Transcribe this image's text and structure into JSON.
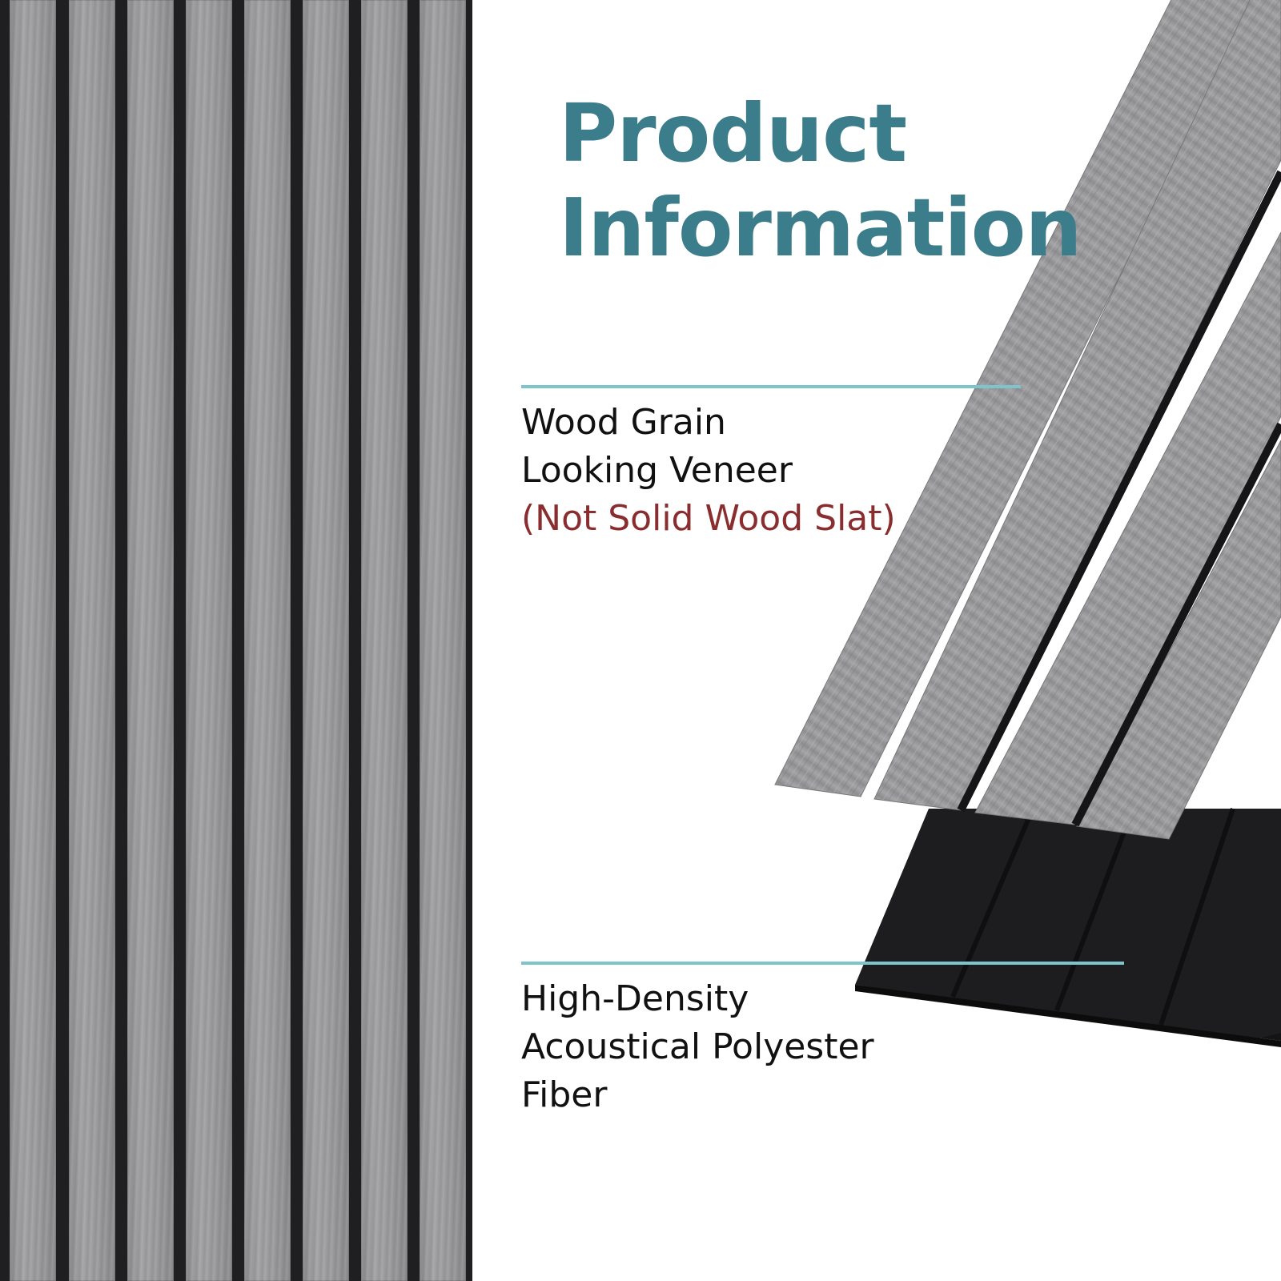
{
  "title": {
    "line1": "Product",
    "line2": "Information"
  },
  "callouts": [
    {
      "lines": [
        "Wood Grain",
        "Looking Veneer"
      ],
      "note": "(Not Solid Wood Slat)"
    },
    {
      "lines": [
        "High-Density",
        "Acoustical Polyester",
        "Fiber"
      ]
    }
  ],
  "colors": {
    "title": "#3b7d8a",
    "note": "#8a2d2e",
    "rule": "#7ec4cc",
    "slat": "#9b9a9c",
    "felt": "#1f1f21"
  }
}
